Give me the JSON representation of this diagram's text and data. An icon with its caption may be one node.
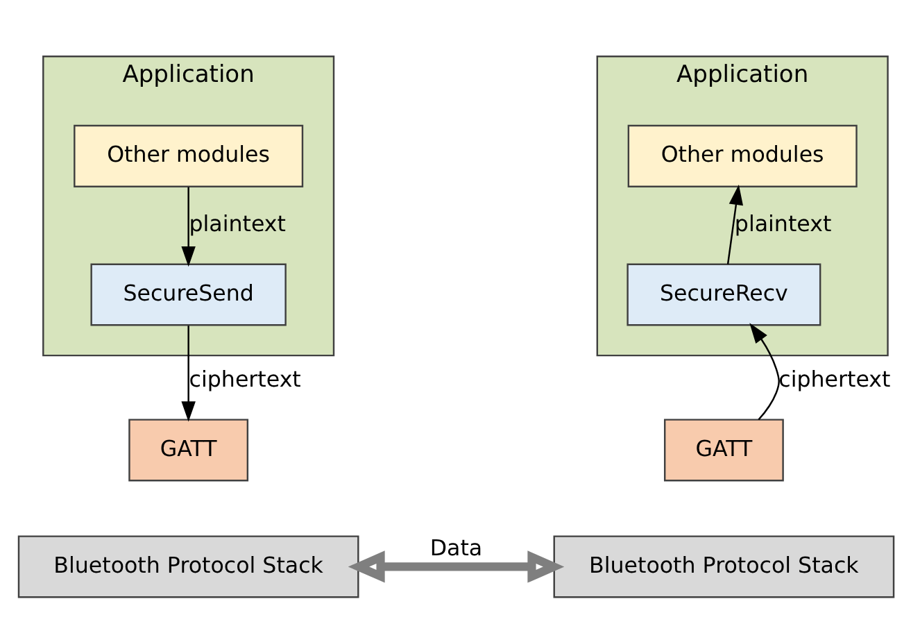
{
  "diagram": {
    "nodes": [
      {
        "text": [
          "Application"
        ]
      },
      {
        "text": [
          "Other modules"
        ],
        "in": 0
      },
      {
        "text": [
          "SecureSend"
        ],
        "in": 0
      },
      {
        "text": [
          "Bluetooth Protocol Stack"
        ]
      },
      {
        "text": [
          "GATT"
        ]
      },
      {
        "text": [
          "Application"
        ]
      },
      {
        "text": [
          "Other modules"
        ],
        "in": 5
      },
      {
        "text": [
          "SecureRecv"
        ],
        "in": 5
      },
      {
        "text": [
          "Bluetooth Protocol Stack"
        ]
      },
      {
        "text": [
          "GATT"
        ]
      }
    ],
    "edges": [
      {
        "from": 1,
        "to": 2,
        "arrow": "to",
        "label": "plaintext"
      },
      {
        "from": 2,
        "to": 4,
        "arrow": "to",
        "label": "ciphertext"
      },
      {
        "from": 9,
        "to": 7,
        "arrow": "to",
        "label": "ciphertext"
      },
      {
        "from": 7,
        "to": 6,
        "arrow": "to",
        "label": "plaintext"
      },
      {
        "from": 3,
        "to": 8,
        "arrow": "both",
        "label": "Data",
        "style": "thick",
        "color": "#7f7f7f"
      }
    ]
  }
}
